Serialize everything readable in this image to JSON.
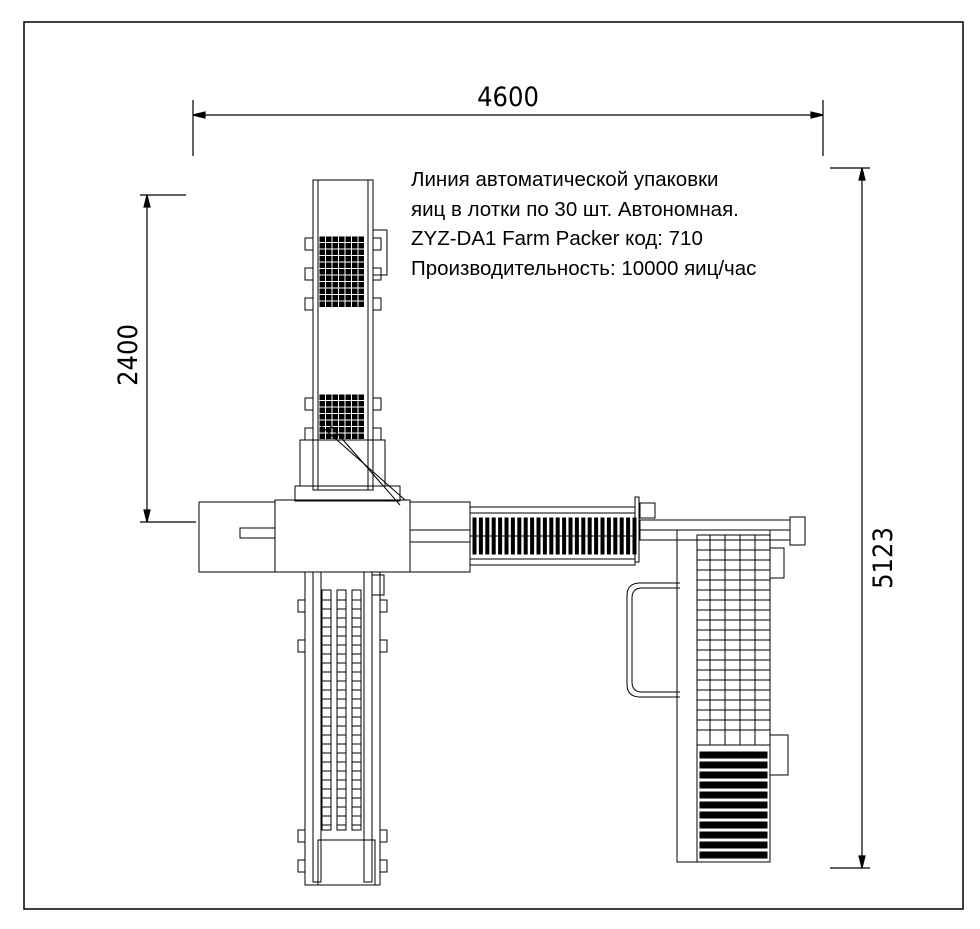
{
  "drawing": {
    "description_lines": [
      "Линия автоматической упаковки",
      "яиц в лотки по 30 шт. Автономная.",
      "ZYZ-DA1 Farm Packer код: 710",
      "Производительность: 10000 яиц/час"
    ],
    "dimensions": {
      "overall_width": "4600",
      "upper_conveyor_length": "2400",
      "overall_length": "5123"
    },
    "colors": {
      "line": "#000000",
      "background": "#ffffff"
    }
  }
}
